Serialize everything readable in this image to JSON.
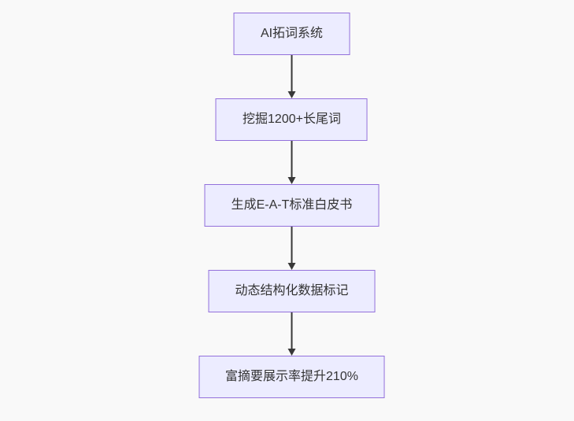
{
  "flowchart": {
    "type": "flowchart-top-down",
    "nodes": [
      {
        "label": "AI拓词系统"
      },
      {
        "label": "挖掘1200+长尾词"
      },
      {
        "label": "生成E-A-T标准白皮书"
      },
      {
        "label": "动态结构化数据标记"
      },
      {
        "label": "富摘要展示率提升210%"
      }
    ],
    "edges": [
      {
        "from": 0,
        "to": 1,
        "style": "arrow-down"
      },
      {
        "from": 1,
        "to": 2,
        "style": "arrow-down"
      },
      {
        "from": 2,
        "to": 3,
        "style": "arrow-down"
      },
      {
        "from": 3,
        "to": 4,
        "style": "arrow-down"
      }
    ],
    "colors": {
      "background": "#f9f9f9",
      "node_fill": "#ECECFF",
      "node_border": "#9370DB",
      "edge": "#383838",
      "text": "#333333"
    }
  }
}
